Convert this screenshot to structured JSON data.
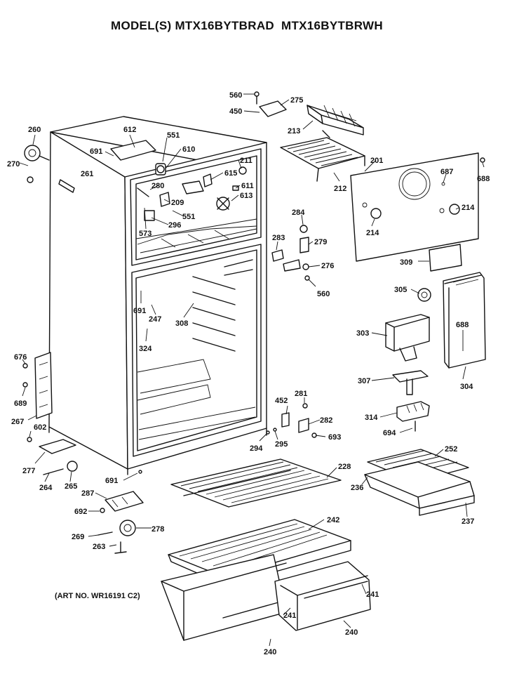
{
  "title": {
    "prefix": "MODEL(S) MTX16BYTBRAD",
    "model2": "MTX16BYTBRWH"
  },
  "art_no": "(ART NO. WR16191 C2)",
  "parts": [
    {
      "id": "560",
      "text": "560"
    },
    {
      "id": "275",
      "text": "275"
    },
    {
      "id": "450",
      "text": "450"
    },
    {
      "id": "213",
      "text": "213"
    },
    {
      "id": "260",
      "text": "260"
    },
    {
      "id": "612",
      "text": "612"
    },
    {
      "id": "551a",
      "text": "551"
    },
    {
      "id": "691a",
      "text": "691"
    },
    {
      "id": "610",
      "text": "610"
    },
    {
      "id": "270",
      "text": "270"
    },
    {
      "id": "211",
      "text": "211"
    },
    {
      "id": "261",
      "text": "261"
    },
    {
      "id": "615",
      "text": "615"
    },
    {
      "id": "280",
      "text": "280"
    },
    {
      "id": "611",
      "text": "611"
    },
    {
      "id": "209",
      "text": "209"
    },
    {
      "id": "613",
      "text": "613"
    },
    {
      "id": "551b",
      "text": "551"
    },
    {
      "id": "573",
      "text": "573"
    },
    {
      "id": "296",
      "text": "296"
    },
    {
      "id": "212",
      "text": "212"
    },
    {
      "id": "201",
      "text": "201"
    },
    {
      "id": "687",
      "text": "687"
    },
    {
      "id": "688a",
      "text": "688"
    },
    {
      "id": "284",
      "text": "284"
    },
    {
      "id": "214a",
      "text": "214"
    },
    {
      "id": "214b",
      "text": "214"
    },
    {
      "id": "283",
      "text": "283"
    },
    {
      "id": "279",
      "text": "279"
    },
    {
      "id": "276",
      "text": "276"
    },
    {
      "id": "309",
      "text": "309"
    },
    {
      "id": "560b",
      "text": "560"
    },
    {
      "id": "305",
      "text": "305"
    },
    {
      "id": "691b",
      "text": "691"
    },
    {
      "id": "247",
      "text": "247"
    },
    {
      "id": "308",
      "text": "308"
    },
    {
      "id": "324",
      "text": "324"
    },
    {
      "id": "303",
      "text": "303"
    },
    {
      "id": "688b",
      "text": "688"
    },
    {
      "id": "676",
      "text": "676"
    },
    {
      "id": "304",
      "text": "304"
    },
    {
      "id": "689",
      "text": "689"
    },
    {
      "id": "307",
      "text": "307"
    },
    {
      "id": "267",
      "text": "267"
    },
    {
      "id": "452",
      "text": "452"
    },
    {
      "id": "281",
      "text": "281"
    },
    {
      "id": "602",
      "text": "602"
    },
    {
      "id": "282",
      "text": "282"
    },
    {
      "id": "314",
      "text": "314"
    },
    {
      "id": "294",
      "text": "294"
    },
    {
      "id": "295",
      "text": "295"
    },
    {
      "id": "693",
      "text": "693"
    },
    {
      "id": "694",
      "text": "694"
    },
    {
      "id": "277",
      "text": "277"
    },
    {
      "id": "252",
      "text": "252"
    },
    {
      "id": "264",
      "text": "264"
    },
    {
      "id": "265",
      "text": "265"
    },
    {
      "id": "228",
      "text": "228"
    },
    {
      "id": "691c",
      "text": "691"
    },
    {
      "id": "236",
      "text": "236"
    },
    {
      "id": "287",
      "text": "287"
    },
    {
      "id": "237",
      "text": "237"
    },
    {
      "id": "692",
      "text": "692"
    },
    {
      "id": "278",
      "text": "278"
    },
    {
      "id": "242",
      "text": "242"
    },
    {
      "id": "269",
      "text": "269"
    },
    {
      "id": "263",
      "text": "263"
    },
    {
      "id": "241a",
      "text": "241"
    },
    {
      "id": "241b",
      "text": "241"
    },
    {
      "id": "240a",
      "text": "240"
    },
    {
      "id": "240b",
      "text": "240"
    }
  ]
}
